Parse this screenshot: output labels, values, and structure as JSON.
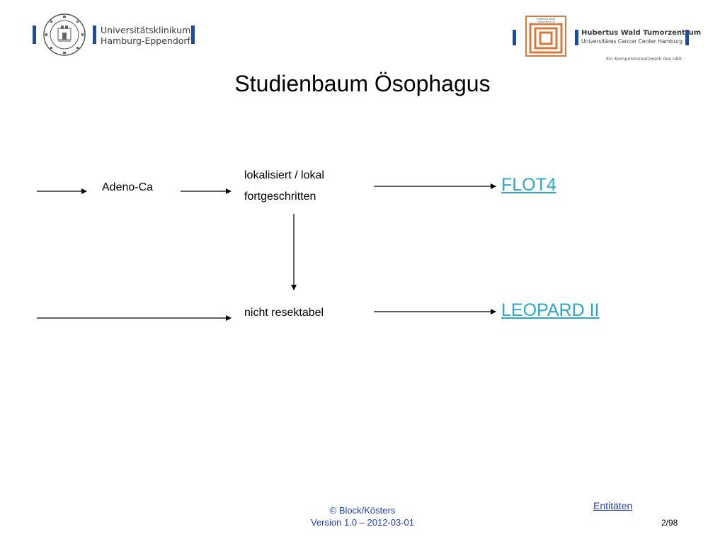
{
  "colors": {
    "brand_blue": "#1e4c9a",
    "link_blue": "#1f3fbf",
    "link_cyan": "#2aa7c9",
    "orange": "#d9783b"
  },
  "header": {
    "uke_logo": {
      "line1": "Universitätsklinikum",
      "line2": "Hamburg-Eppendorf",
      "seal_icon": "university-seal-icon"
    },
    "hw_logo": {
      "box_caption": "Hubertus Wald Tumorzentrum",
      "title": "Hubertus Wald Tumorzentrum",
      "subtitle": "Universitäres Cancer Center Hamburg",
      "tagline": "Ein Kompetenznetzwerk des UKE"
    }
  },
  "slide": {
    "title": "Studienbaum Ösophagus"
  },
  "diagram": {
    "node_adeno": "Adeno-Ca",
    "node_lokal_line1": "lokalisiert / lokal",
    "node_lokal_line2": "fortgeschritten",
    "node_nicht": "nicht resektabel",
    "link_flot4": "FLOT4",
    "link_leopard": "LEOPARD II"
  },
  "footer": {
    "copyright": "© Block/Kösters",
    "version": "Version 1.0 – 2012-03-01",
    "entities_link": "Entitäten",
    "page": "2/98"
  }
}
